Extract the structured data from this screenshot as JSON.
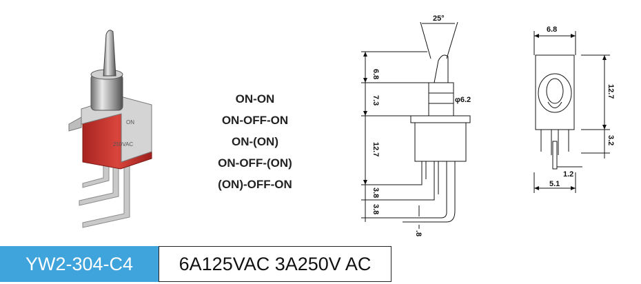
{
  "functions": [
    "ON-ON",
    "ON-OFF-ON",
    "ON-(ON)",
    "ON-OFF-(ON)",
    "(ON)-OFF-ON"
  ],
  "dims": {
    "angle": "25°",
    "lever_h": "6.8",
    "bushing_h": "7.3",
    "body_h": "12.7",
    "bushing_dia": "φ6.2",
    "pin_spacing_1": "3.8",
    "pin_spacing_2": "3.8",
    "pin_thick": ".8",
    "side_width": "6.8",
    "side_height": "12.7",
    "pin_drop": "3.2",
    "pin_gap": "1.2",
    "base_width": "5.1"
  },
  "product": {
    "model": "YW2-304-C4",
    "rating": "6A125VAC 3A250V AC"
  },
  "colors": {
    "body_red": "#c7302b",
    "metal": "#b8b8b8",
    "model_bg": "#3fa3dc"
  }
}
